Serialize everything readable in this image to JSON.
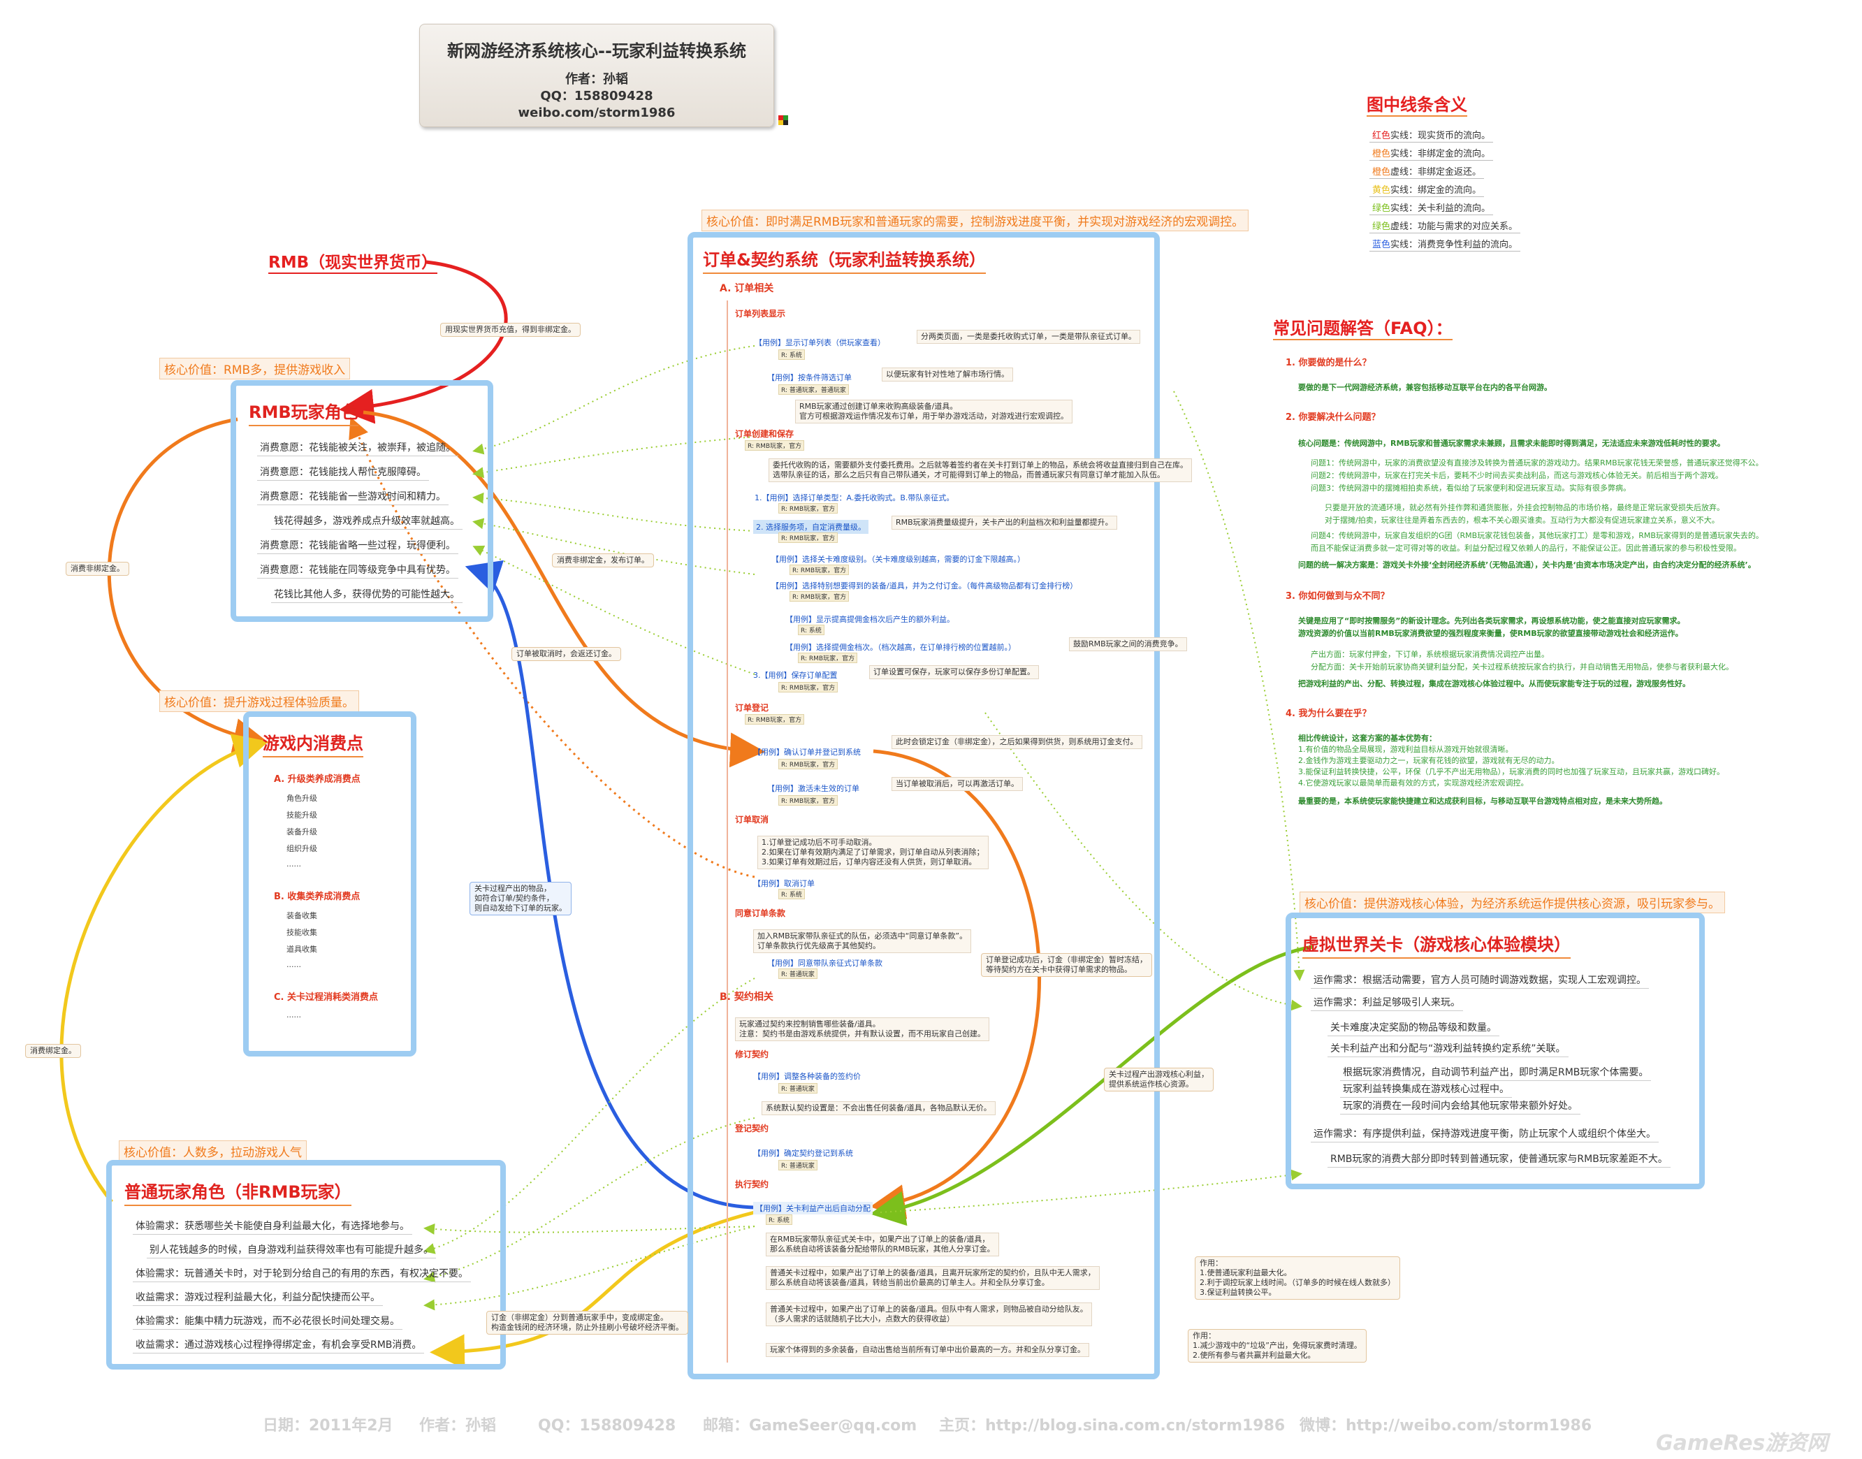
{
  "title": {
    "main": "新网游经济系统核心--玩家利益转换系统",
    "author": "作者：孙韬",
    "qq": "QQ：158809428",
    "weibo": "weibo.com/storm1986"
  },
  "legend": {
    "title": "图中线条含义",
    "rows": [
      {
        "color_word": "红色",
        "rest": "实线：现实货币的流向。",
        "color": "#e52020"
      },
      {
        "color_word": "橙色",
        "rest": "实线：非绑定金的流向。",
        "color": "#f07a1c"
      },
      {
        "color_word": "橙色",
        "rest": "虚线：非绑定金返还。",
        "color": "#f07a1c"
      },
      {
        "color_word": "黄色",
        "rest": "实线：绑定金的流向。",
        "color": "#e8c01a"
      },
      {
        "color_word": "绿色",
        "rest": "实线：关卡利益的流向。",
        "color": "#7cbf1c"
      },
      {
        "color_word": "绿色",
        "rest": "虚线：功能与需求的对应关系。",
        "color": "#7cbf1c"
      },
      {
        "color_word": "蓝色",
        "rest": "实线：消费竞争性利益的流向。",
        "color": "#2a5ee0"
      }
    ]
  },
  "core_values": {
    "center": "核心价值：即时满足RMB玩家和普通玩家的需要，控制游戏进度平衡，并实现对游戏经济的宏观调控。",
    "rmb": "核心价值：RMB多，提供游戏收入",
    "consume": "核心价值：提升游戏过程体验质量。",
    "normal": "核心价值：人数多，拉动游戏人气",
    "level": "核心价值：提供游戏核心体验，为经济系统运作提供核心资源，吸引玩家参与。"
  },
  "rmb_currency": {
    "label": "RMB（现实世界货币）",
    "link_note": "用现实世界货币充值，得到非绑定金。"
  },
  "rmb_player": {
    "title": "RMB玩家角色",
    "items": [
      "消费意愿：花钱能被关注，被崇拜，被追随。",
      "消费意愿：花钱能找人帮忙克服障碍。",
      "消费意愿：花钱能省一些游戏时间和精力。",
      "钱花得越多，游戏养成点升级效率就越高。",
      "消费意愿：花钱能省略一些过程，玩得便利。",
      "消费意愿：花钱能在同等级竞争中具有优势。",
      "花钱比其他人多，获得优势的可能性越大。"
    ]
  },
  "consume_points": {
    "title": "游戏内消费点",
    "sections": [
      {
        "label": "A. 升级类养成消费点",
        "items": [
          "角色升级",
          "技能升级",
          "装备升级",
          "组织升级",
          "......"
        ]
      },
      {
        "label": "B. 收集类养成消费点",
        "items": [
          "装备收集",
          "技能收集",
          "道具收集",
          "......"
        ]
      },
      {
        "label": "C. 关卡过程消耗类消费点",
        "items": [
          "......"
        ]
      }
    ]
  },
  "normal_player": {
    "title": "普通玩家角色（非RMB玩家）",
    "items": [
      "体验需求：获悉哪些关卡能使自身利益最大化，有选择地参与。",
      "别人花钱越多的时候，自身游戏利益获得效率也有可能提升越多。",
      "体验需求：玩普通关卡时，对于轮到分给自己的有用的东西，有权决定不要。",
      "收益需求：游戏过程利益最大化，利益分配快捷而公平。",
      "体验需求：能集中精力玩游戏，而不必花很长时间处理交易。",
      "收益需求：通过游戏核心过程挣得绑定金，有机会享受RMB消费。"
    ]
  },
  "link_notes": {
    "nonbind_consume": "消费非绑定金。",
    "nonbind_consume2": "消费非绑定金，发布订单。",
    "order_cancel": "订单被取消时，会返还订金。",
    "bind_consume": "消费绑定金。",
    "level_produce": "关卡过程产出的物品，\n如符合订单/契约条件，\n则自动发给下订单的玩家。",
    "order_done": "订单登记成功后，订金（非绑定金）暂时冻结，\n等待契约方在关卡中获得订单需求的物品。",
    "level_core": "关卡过程产出游戏核心利益，\n提供系统运作核心资源。",
    "bind_flow": "订金（非绑定金）分到普通玩家手中，变成绑定金。\n构造金钱闭的经济环境，防止外挂刷小号破坏经济平衡。"
  },
  "order_system": {
    "title": "订单&契约系统（玩家利益转换系统）",
    "secA": "A. 订单相关",
    "secB": "B. 契约相关",
    "subs": {
      "list": "订单列表显示",
      "create": "订单创建和保存",
      "register": "订单登记",
      "cancel": "订单取消",
      "agree": "同意订单条款",
      "modify": "修订契约",
      "reg_contract": "登记契约",
      "exec": "执行契约"
    },
    "uses": {
      "u1": "【用例】显示订单列表（供玩家查看）",
      "u2": "【用例】按条件筛选订单",
      "u3": "1.【用例】选择订单类型：A.委托收购式。B.带队亲征式。",
      "u4": "2. 选择服务项，自定消费量级。",
      "u5": "【用例】选择关卡难度级别。（关卡难度级别越高，需要的订金下限越高。）",
      "u6": "【用例】选择特别想要得到的装备/道具，并为之付订金。（每件高级物品都有订金排行榜）",
      "u7": "【用例】显示提高提佣金档次后产生的额外利益。",
      "u8": "【用例】选择提佣金档次。（档次越高，在订单排行榜的位置越前。）",
      "u9": "3.【用例】保存订单配置",
      "u10": "【用例】确认订单并登记到系统",
      "u11": "【用例】激活未生效的订单",
      "u12": "【用例】取消订单",
      "u13": "【用例】同意带队亲征式订单条款",
      "u14": "【用例】调整各种装备的签约价",
      "u15": "【用例】确定契约登记到系统",
      "u16": "【用例】关卡利益产出后自动分配"
    },
    "tags": {
      "sys": "R: 系统",
      "rmb_normal": "R: 普通玩家，普通玩家",
      "rmb": "R: RMB玩家，官方",
      "normal": "R: 普通玩家"
    },
    "descs": {
      "d1": "分两类页面，一类是委托收购式订单，一类是带队亲征式订单。",
      "d2": "以便玩家有针对性地了解市场行情。",
      "d3": "RMB玩家通过创建订单来收购高级装备/道具。\n官方可根据游戏运作情况发布订单，用于举办游戏活动，对游戏进行宏观调控。",
      "d4": "委托代收购的话，需要额外支付委托费用。之后就等着签约者在关卡打到订单上的物品，系统会将收益直接归到自己在库。\n选带队亲征的话，那么之后只有自己带队通关，才可能得到订单上的物品，而普通玩家只有同意订单才能加入队伍。",
      "d5": "RMB玩家消费量级提升，关卡产出的利益档次和利益量都提升。",
      "d6": "鼓励RMB玩家之间的消费竞争。",
      "d7": "订单设置可保存，玩家可以保存多份订单配置。",
      "d8": "此时会锁定订金（非绑定金），之后如果得到供货，则系统用订金支付。",
      "d9": "当订单被取消后，可以再激活订单。",
      "d10": "1.订单登记成功后不可手动取消。\n2.如果在订单有效期内满足了订单需求，则订单自动从列表消除；\n3.如果订单有效期过后，订单内容还没有人供货，则订单取消。",
      "d11": "加入RMB玩家带队亲征式的队伍，必须选中“同意订单条款”。\n订单条款执行优先级高于其他契约。",
      "d12": "玩家通过契约来控制销售哪些装备/道具。\n注意：契约书是由游戏系统提供，并有默认设置，而不用玩家自己创建。",
      "d13": "系统默认契约设置是：不会出售任何装备/道具，各物品默认无价。",
      "d14": "在RMB玩家带队亲征式关卡中，如果产出了订单上的装备/道具，\n那么系统自动将该装备分配给带队的RMB玩家，其他人分享订金。",
      "d15": "普通关卡过程中，如果产出了订单上的装备/道具，且离开玩家所定的契约价，且队中无人需求，\n那么系统自动将该装备/道具，转给当前出价最高的订单主人。并和全队分享订金。",
      "d16": "普通关卡过程中，如果产出了订单上的装备/道具。但队中有人需求，则物品被自动分给队友。\n（多人需求的话就随机子比大小，点数大的获得收益）",
      "d17": "玩家个体得到的多余装备，自动出售给当前所有订单中出价最高的一方。并和全队分享订金。"
    },
    "effects": {
      "e1": "作用：\n1.使普通玩家利益最大化。\n2.利于调控玩家上线时间。（订单多的时候在线人数就多）\n3.保证利益转换公平。",
      "e2": "作用：\n1.减少游戏中的“垃圾”产出，免得玩家费时清理。\n2.使所有参与者共赢并利益最大化。"
    }
  },
  "level": {
    "title": "虚拟世界关卡（游戏核心体验模块）",
    "items": [
      "运作需求：根据活动需要，官方人员可随时调游戏数据，实现人工宏观调控。",
      "运作需求：利益足够吸引人来玩。",
      "关卡难度决定奖励的物品等级和数量。",
      "关卡利益产出和分配与“游戏利益转换约定系统”关联。",
      "根据玩家消费情况，自动调节利益产出，即时满足RMB玩家个体需要。",
      "玩家利益转换集成在游戏核心过程中。",
      "玩家的消费在一段时间内会给其他玩家带来额外好处。",
      "运作需求：有序提供利益，保持游戏进度平衡，防止玩家个人或组织个体坐大。",
      "RMB玩家的消费大部分即时转到普通玩家，使普通玩家与RMB玩家差距不大。"
    ]
  },
  "faq": {
    "title": "常见问题解答（FAQ）：",
    "q1": "1. 你要做的是什么？",
    "a1": "要做的是下一代网游经济系统，兼容包括移动互联平台在内的各平台网游。",
    "q2": "2. 你要解决什么问题？",
    "a2": [
      "核心问题是：传统网游中，RMB玩家和普通玩家需求未兼顾，且需求未能即时得到满足，无法适应未来游戏低耗时性的要求。",
      "问题1：传统网游中，玩家的消费欲望没有直接涉及转换为普通玩家的游戏动力。结果RMB玩家花钱无荣誉感，普通玩家还觉得不公。",
      "问题2：传统网游中，玩家在打完关卡后，要耗不少时间去买卖战利品，而这与游戏核心体验无关。前后相当于两个游戏。",
      "问题3：传统网游中的摆摊相拍卖系统，看似给了玩家便利和促进玩家互动。实际有很多弊病。",
      "只要是开放的流通环境，就必然有外挂作弊和通货膨胀，外挂会控制物品的市场价格，最终是正常玩家受损失后放弃。",
      "对于摆摊/拍卖，玩家往往是弄着东西去的，根本不关心跟买谁卖。互动行为大都没有促进玩家建立关系，意义不大。",
      "问题4：传统网游中，玩家自发组织的G团（RMB玩家花钱包装备，其他玩家打工）是零和游戏，RMB玩家得到的是普通玩家失去的。",
      "而且不能保证消费多就一定可得对等的收益。利益分配过程又依赖人的品行，不能保证公正。因此普通玩家的参与积极性受限。",
      "问题的统一解决方案是：游戏关卡外接‘全封闭经济系统’（无物品流通），关卡内是‘由资本市场决定产出，由合约决定分配的经济系统’。"
    ],
    "q3": "3. 你如何做到与众不同？",
    "a3": [
      "关键是应用了“即时按需服务”的新设计理念。先列出各类玩家需求，再设想系统功能，使之能直接对应玩家需求。",
      "游戏资源的价值以当前RMB玩家消费欲望的强烈程度来衡量，使RMB玩家的欲望直接带动游戏社会和经济运作。",
      "产出方面：玩家付押金，下订单，系统根据玩家消费情况调控产出量。",
      "分配方面：关卡开始前玩家协商关键利益分配，关卡过程系统按玩家合约执行，并自动销售无用物品，使参与者获利最大化。",
      "把游戏利益的产出、分配、转换过程，集成在游戏核心体验过程中。从而使玩家能专注于玩的过程，游戏服务性好。"
    ],
    "q4": "4. 我为什么要在乎？",
    "a4": [
      "相比传统设计，这套方案的基本优势有：",
      "1.有价值的物品全局展现，游戏利益目标从游戏开始就很清晰。",
      "2.金钱作为游戏主要驱动力之一，玩家有花钱的欲望，游戏就有无尽的动力。",
      "3.能保证利益转换快捷，公平，环保（几乎不产出无用物品），玩家消费的同时也加强了玩家互动，且玩家共赢，游戏口碑好。",
      "4.它使游戏玩家以最简单而最有效的方式，实现游戏经济宏观调控。",
      "最重要的是，本系统使玩家能快捷建立和达成获利目标，与移动互联平台游戏特点相对应，是未来大势所趋。"
    ]
  },
  "footer": {
    "date": "日期：2011年2月",
    "author": "作者：孙韬",
    "qq": "QQ：158809428",
    "email": "邮箱：GameSeer@qq.com",
    "home": "主页：http://blog.sina.com.cn/storm1986",
    "weibo": "微博：http://weibo.com/storm1986"
  },
  "watermark": "GameRes游资网"
}
